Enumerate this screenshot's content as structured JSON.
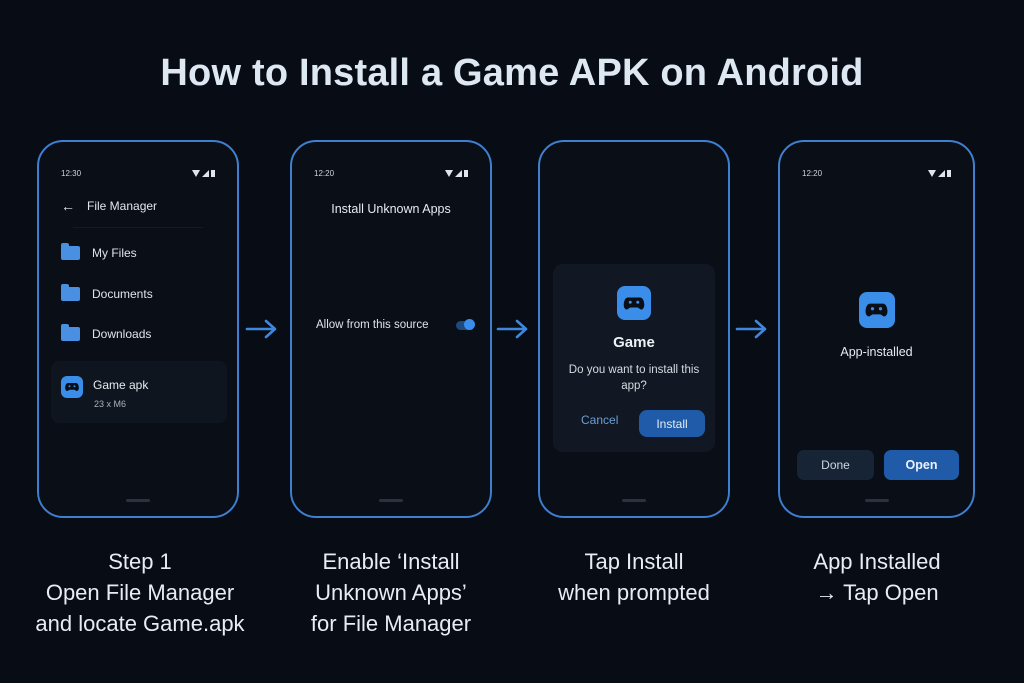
{
  "title": "How to Install a Game APK on Android",
  "colors": {
    "accent": "#3a8eea",
    "phone_border": "#3f7fd0",
    "button_primary": "#1f5ba8",
    "background": "#080c14"
  },
  "phones": [
    {
      "status": {
        "time": "12:30",
        "icons": [
          "wifi-icon",
          "signal-icon",
          "battery-icon"
        ]
      },
      "header": {
        "back_icon": "arrow-left-icon",
        "title": "File Manager"
      },
      "folders": [
        {
          "icon": "folder-icon",
          "label": "My Files"
        },
        {
          "icon": "folder-icon",
          "label": "Documents"
        },
        {
          "icon": "folder-icon",
          "label": "Downloads"
        }
      ],
      "apk": {
        "icon": "gamepad-icon",
        "name": "Game apk",
        "size": "23 x M6"
      }
    },
    {
      "status": {
        "time": "12:20",
        "icons": [
          "wifi-icon",
          "signal-icon",
          "battery-icon"
        ]
      },
      "title": "Install Unknown Apps",
      "setting": {
        "label": "Allow from this source",
        "enabled": true
      }
    },
    {
      "dialog": {
        "icon": "gamepad-icon",
        "title": "Game",
        "message": "Do you want to install this app?",
        "cancel_label": "Cancel",
        "install_label": "Install"
      }
    },
    {
      "status": {
        "time": "12:20",
        "icons": [
          "wifi-icon",
          "signal-icon",
          "battery-icon"
        ]
      },
      "icon": "gamepad-icon",
      "label": "App-installed",
      "done_label": "Done",
      "open_label": "Open"
    }
  ],
  "arrows": [
    "arrow-right-icon",
    "arrow-right-icon",
    "arrow-right-icon"
  ],
  "captions": [
    {
      "lines": [
        "Step 1",
        "Open File Manager",
        "and locate Game.apk"
      ]
    },
    {
      "lines": [
        "Enable ‘Install",
        "Unknown Apps’",
        "for File Manager"
      ]
    },
    {
      "lines": [
        "Tap Install",
        "when prompted"
      ]
    },
    {
      "lines": [
        "App Installed",
        "→ Tap Open"
      ]
    }
  ]
}
